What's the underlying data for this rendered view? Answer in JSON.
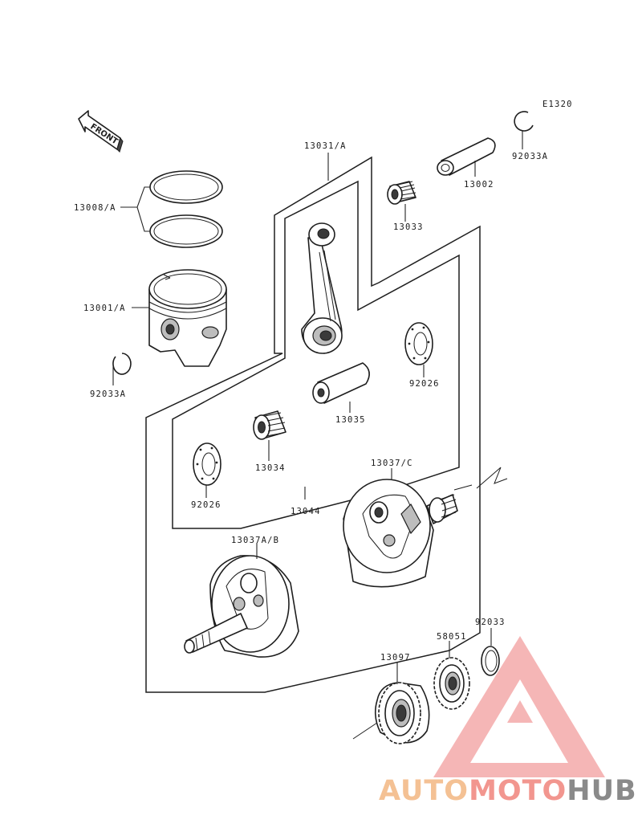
{
  "diagram_code": "E1320",
  "front_label": "FRONT",
  "parts": [
    {
      "key": "rings",
      "label": "13008/A"
    },
    {
      "key": "piston",
      "label": "13001/A"
    },
    {
      "key": "clip_left",
      "label": "92033A"
    },
    {
      "key": "crank_assy",
      "label": "13031/A"
    },
    {
      "key": "pin_bearing",
      "label": "13033"
    },
    {
      "key": "piston_pin",
      "label": "13002"
    },
    {
      "key": "clip_right",
      "label": "92033A"
    },
    {
      "key": "washer_upper",
      "label": "92026"
    },
    {
      "key": "crankpin",
      "label": "13035"
    },
    {
      "key": "rod_bearing",
      "label": "13034"
    },
    {
      "key": "washer_lower",
      "label": "92026"
    },
    {
      "key": "conrod",
      "label": "13044"
    },
    {
      "key": "flywheel_right",
      "label": "13037/C"
    },
    {
      "key": "flywheel_left",
      "label": "13037A/B"
    },
    {
      "key": "gear_large",
      "label": "13097"
    },
    {
      "key": "gear_small",
      "label": "58051"
    },
    {
      "key": "circlip_gear",
      "label": "92033"
    }
  ],
  "watermark": {
    "part1": "AUTO",
    "part2": "MOTO",
    "part3": "HUB",
    "color_part1": "#f2b27a",
    "color_part2": "#ef7d74",
    "color_part3": "#6d6d6d",
    "triangle_color": "#e95a5a"
  }
}
